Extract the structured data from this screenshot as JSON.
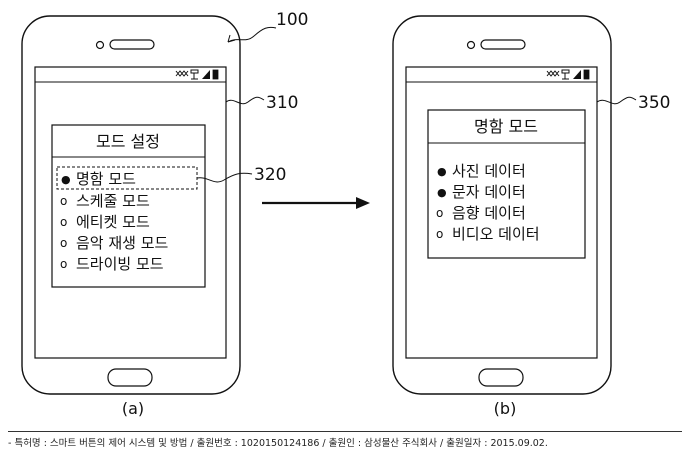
{
  "labels": {
    "phone_a_ref": "100",
    "phone_a_screen_ref": "310",
    "phone_a_item_ref": "320",
    "phone_b_screen_ref": "350"
  },
  "panel_a": {
    "title": "모드 설정",
    "items": [
      {
        "bullet": "●",
        "text": "명함 모드"
      },
      {
        "bullet": "o",
        "text": "스케줄 모드"
      },
      {
        "bullet": "o",
        "text": "에티켓 모드"
      },
      {
        "bullet": "o",
        "text": "음악 재생 모드"
      },
      {
        "bullet": "o",
        "text": "드라이빙 모드"
      }
    ],
    "caption": "(a)"
  },
  "panel_b": {
    "title": "명함 모드",
    "items": [
      {
        "bullet": "●",
        "text": "사진 데이터"
      },
      {
        "bullet": "●",
        "text": "문자 데이터"
      },
      {
        "bullet": "o",
        "text": "음향 데이터"
      },
      {
        "bullet": "o",
        "text": "비디오 데이터"
      }
    ],
    "caption": "(b)"
  },
  "footer": "- 특허명 : 스마트 버튼의 제어 시스템 및 방법 / 출원번호 : 1020150124186 / 출원인 : 삼성물산 주식회사 / 출원일자 : 2015.09.02."
}
